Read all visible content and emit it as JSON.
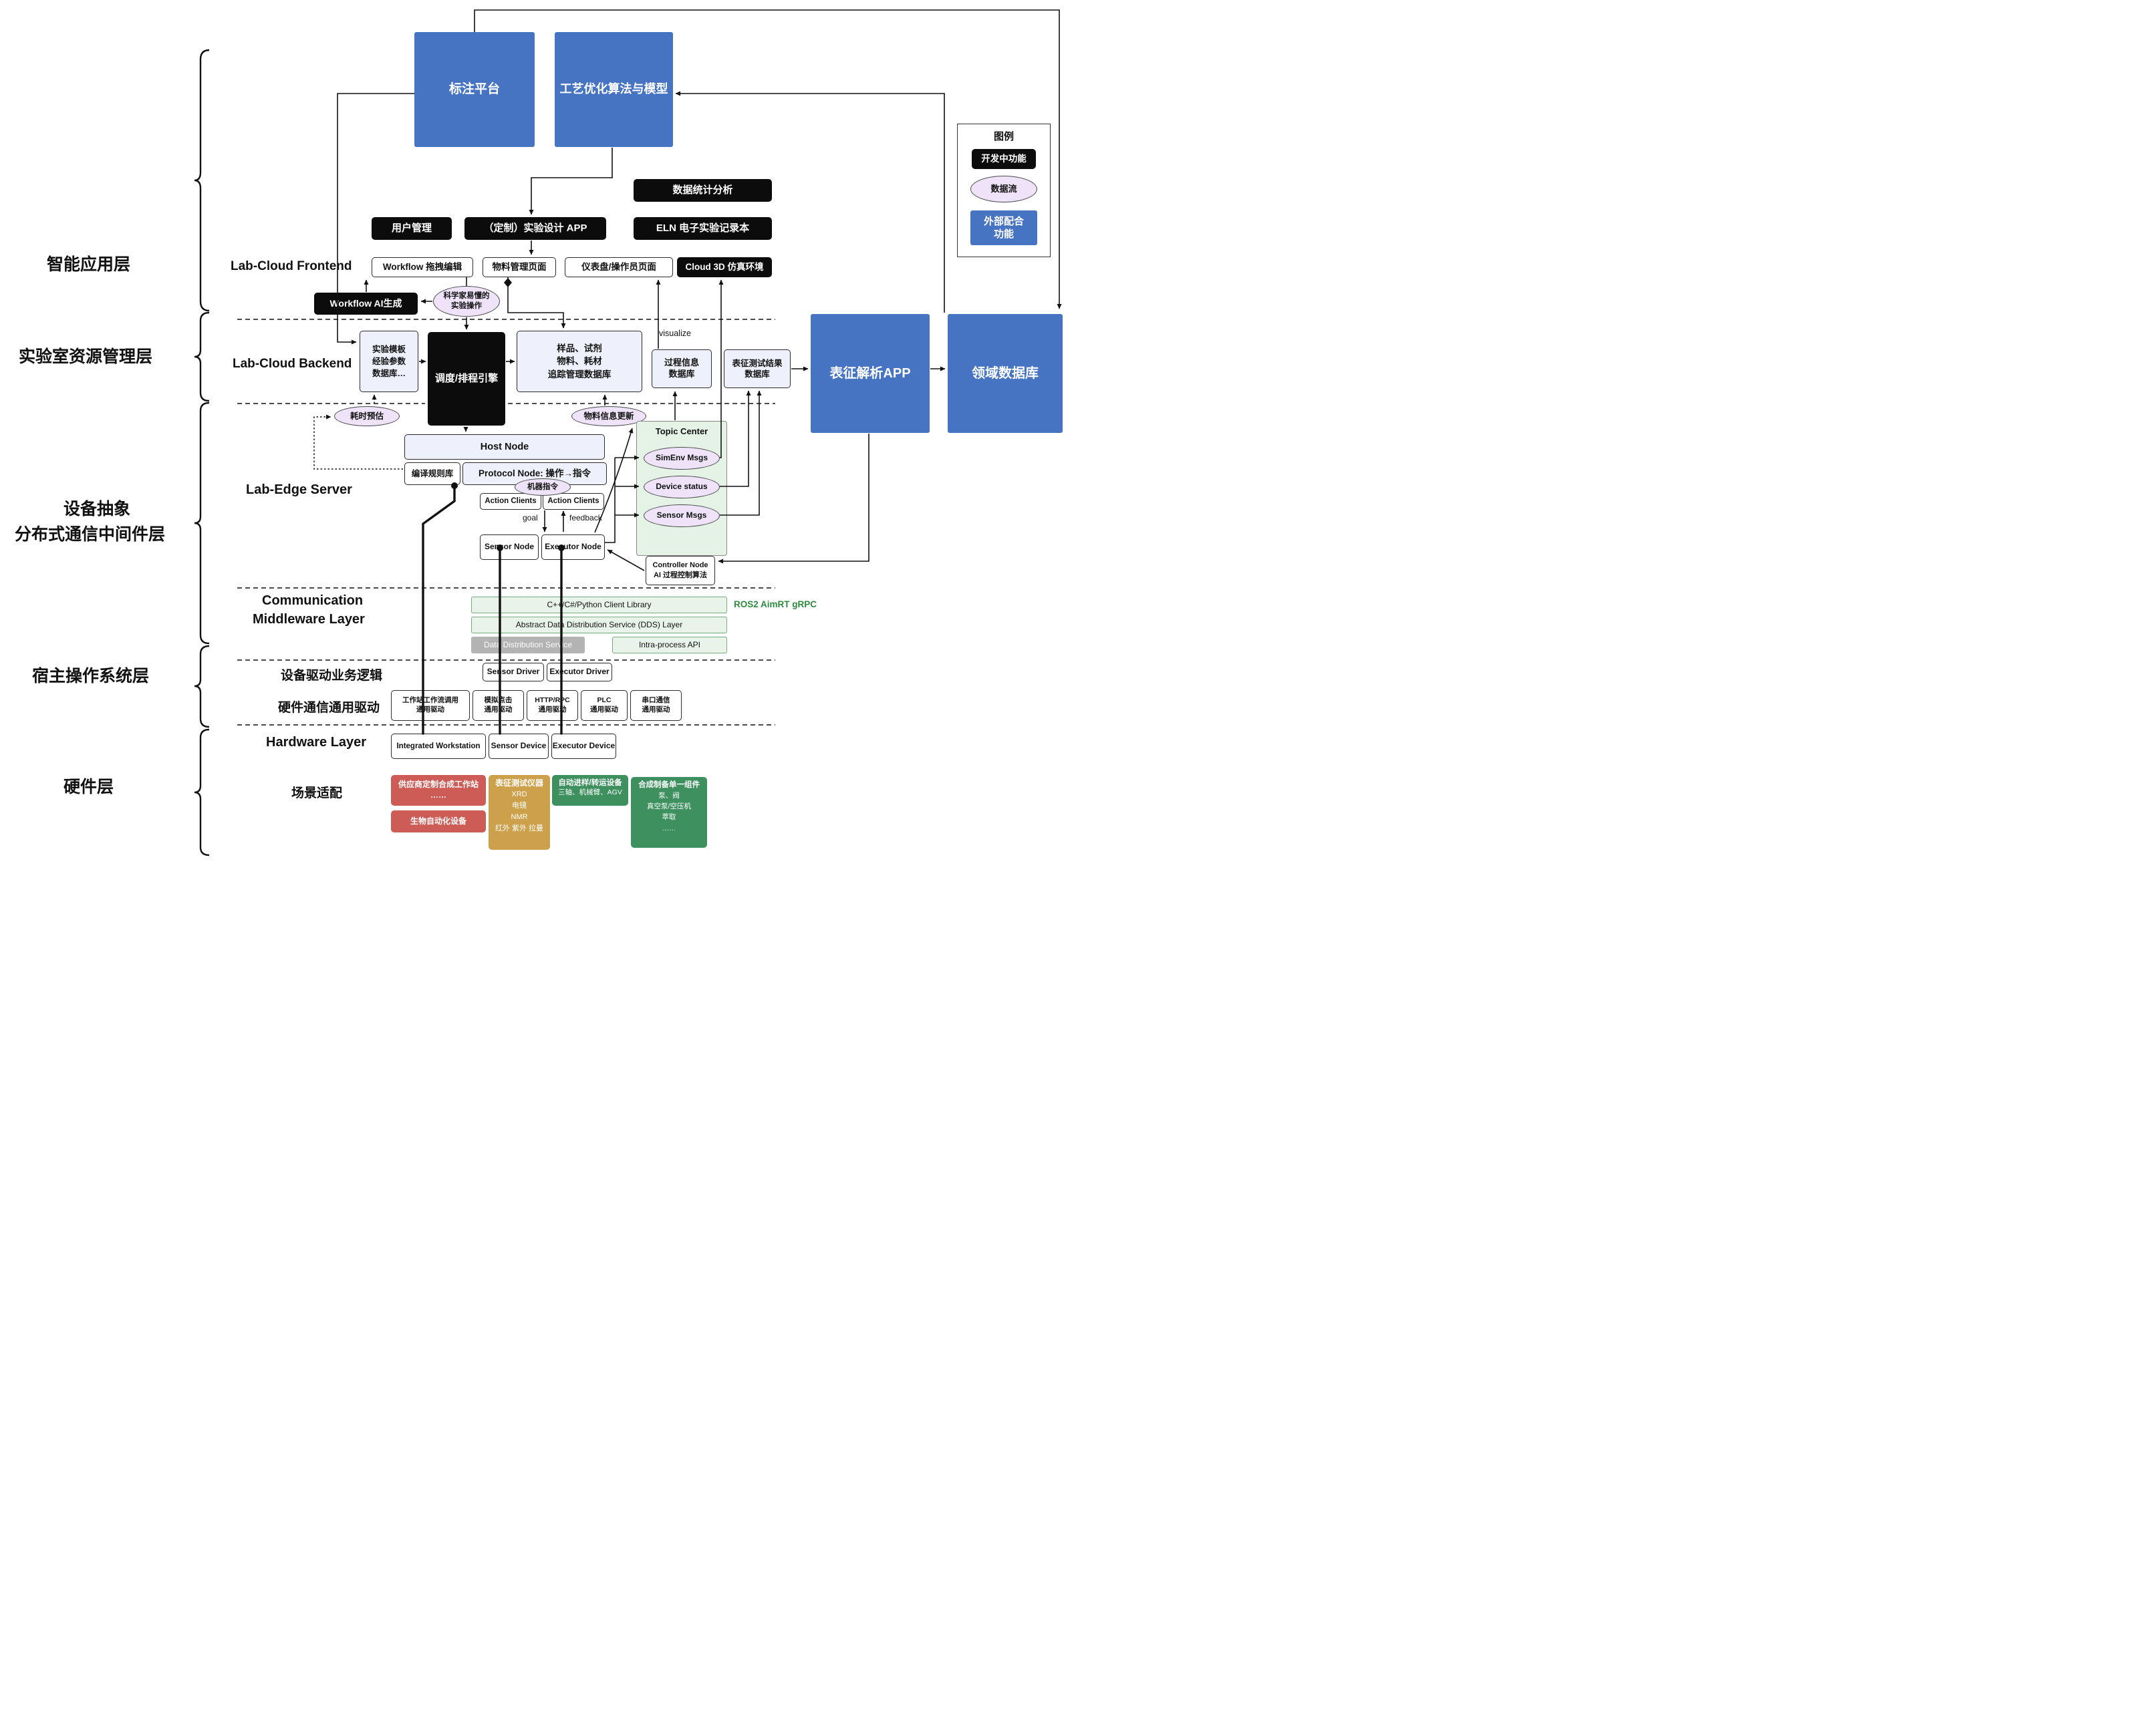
{
  "colors": {
    "external_blue": "#4673c2",
    "developing_black": "#0c0c0c",
    "dataflow_purple": "#eee3f8",
    "topic_green": "#e5f2e6",
    "middleware_green": "#e8f4ea",
    "vendor_red": "#cd5c57",
    "instrument_gold": "#cda14b",
    "device_green": "#3e915f"
  },
  "layers": {
    "app": "智能应用层",
    "resource": "实验室资源管理层",
    "device_abstraction": "设备抽象",
    "middleware": "分布式通信中间件层",
    "host_os": "宿主操作系统层",
    "hardware": "硬件层"
  },
  "legend": {
    "title": "图例",
    "developing": "开发中功能",
    "dataflow": "数据流",
    "external": "外部配合\n功能"
  },
  "top": {
    "annotation_platform": "标注平台",
    "process_optimization": "工艺优化算法与模型"
  },
  "app": {
    "stats": "数据统计分析",
    "user_mgmt": "用户管理",
    "custom_app": "（定制）实验设计 APP",
    "eln": "ELN 电子实验记录本",
    "frontend_label": "Lab-Cloud Frontend",
    "workflow_edit": "Workflow 拖拽编辑",
    "material_page": "物料管理页面",
    "dashboard_page": "仪表盘/操作员页面",
    "cloud3d": "Cloud 3D 仿真环境",
    "workflow_ai": "Workflow AI生成",
    "sci_ops": "科学家易懂的\n实验操作"
  },
  "backend": {
    "label": "Lab-Cloud Backend",
    "template_db": "实验模板\n经验参数\n数据库…",
    "scheduler": "调度/排程引擎",
    "sample_db": "样品、试剂\n物料、耗材\n追踪管理数据库",
    "process_db": "过程信息\n数据库",
    "result_db": "表征测试结果\n数据库",
    "visualize": "visualize",
    "char_app": "表征解析APP",
    "domain_db": "领域数据库",
    "time_estimate": "耗时预估",
    "material_update": "物料信息更新"
  },
  "edge": {
    "label": "Lab-Edge Server",
    "host_node": "Host Node",
    "compile_lib": "编译规则库",
    "protocol_node": "Protocol Node: 操作→指令",
    "robot_instr": "机器指令",
    "action_clients_left": "Action Clients",
    "action_clients_right": "Action Clients",
    "goal": "goal",
    "feedback": "feedback",
    "sensor_node": "Sensor Node",
    "executor_node": "Executor Node",
    "topic_center": "Topic Center",
    "simenv_msgs": "SimEnv Msgs",
    "device_status": "Device status",
    "sensor_msgs": "Sensor Msgs",
    "controller_node": "Controller Node\nAI 过程控制算法"
  },
  "middleware": {
    "label_line1": "Communication",
    "label_line2": "Middleware Layer",
    "client_lib": "C++/C#/Python Client Library",
    "dds_layer": "Abstract Data Distribution Service (DDS) Layer",
    "dds_service": "Data Distribution Service",
    "intra_api": "Intra-process API",
    "stack": "ROS2\nAimRT\ngRPC"
  },
  "hostos": {
    "driver_logic_label": "设备驱动业务逻辑",
    "sensor_driver": "Sensor Driver",
    "executor_driver": "Executor Driver",
    "hw_driver_label": "硬件通信通用驱动",
    "drivers": [
      "工作站工作流调用\n通用驱动",
      "模拟点击\n通用驱动",
      "HTTP/RPC\n通用驱动",
      "PLC\n通用驱动",
      "串口通信\n通用驱动"
    ]
  },
  "hardware": {
    "label": "Hardware Layer",
    "integrated_ws": "Integrated Workstation",
    "sensor_device": "Sensor Device",
    "executor_device": "Executor Device"
  },
  "scenario": {
    "label": "场景适配",
    "vendor_ws": "供应商定制合成工作站\n……",
    "bio_auto": "生物自动化设备",
    "char_instr_title": "表征测试仪器",
    "char_instr_items": "XRD\n电镜\nNMR\n红外 紫外 拉曼",
    "transfer_title": "自动进样/转运设备",
    "transfer_items": "三轴、机械臂、AGV",
    "synth_title": "合成制备单一组件",
    "synth_items": "泵、阀\n真空泵/空压机\n萃取\n……"
  }
}
